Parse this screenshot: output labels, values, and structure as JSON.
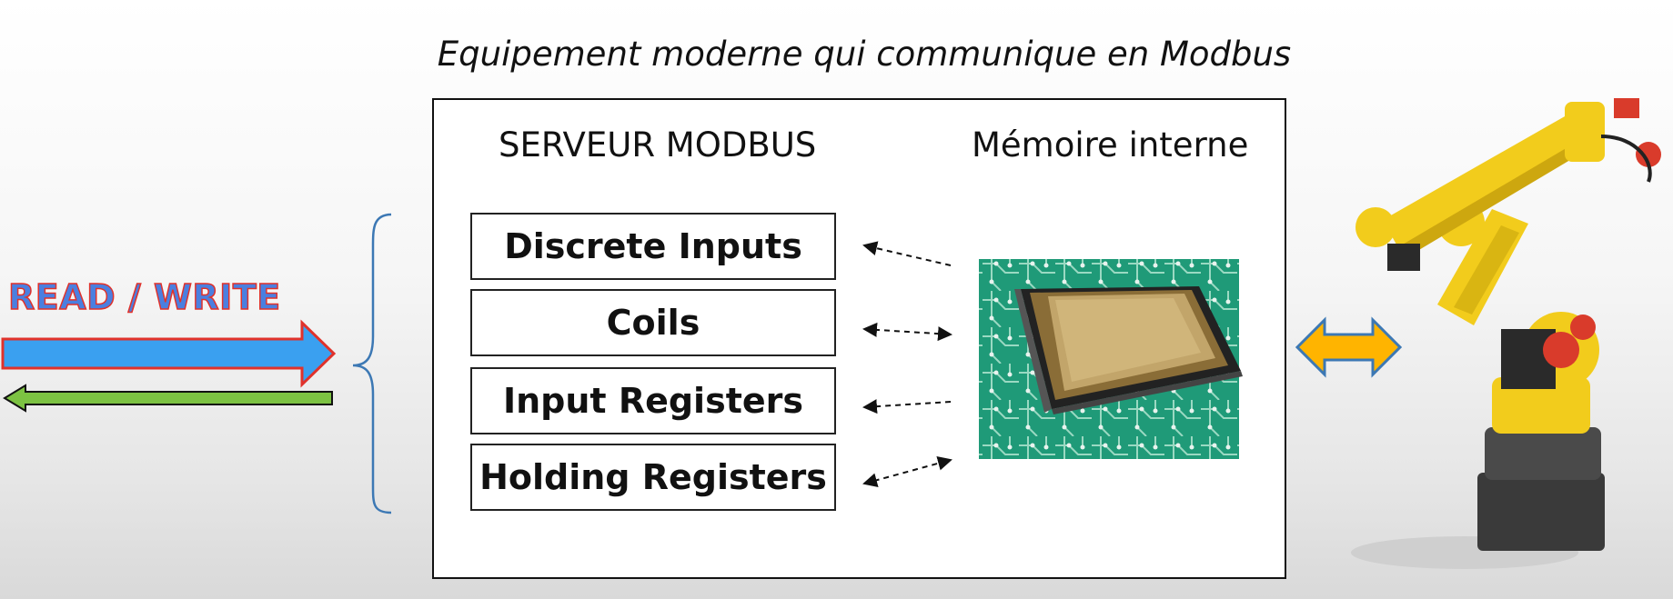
{
  "title": "Equipement moderne qui communique en Modbus",
  "server_label": "SERVEUR MODBUS",
  "memory_label": "Mémoire interne",
  "read_write_label": "READ / WRITE",
  "registers": [
    "Discrete Inputs",
    "Coils",
    "Input Registers",
    "Holding Registers"
  ],
  "colors": {
    "request_arrow": "#3aa0f0",
    "request_arrow_outline": "#e0322b",
    "response_arrow": "#7cc242",
    "double_arrow": "#ffb400",
    "double_arrow_outline": "#3c78b4",
    "brace": "#3c78b4",
    "robot": "#f2cc1c",
    "chip_board": "#1f9a78"
  },
  "icons": {
    "memory": "microchip-image",
    "equipment": "industrial-robot-arm-image"
  }
}
